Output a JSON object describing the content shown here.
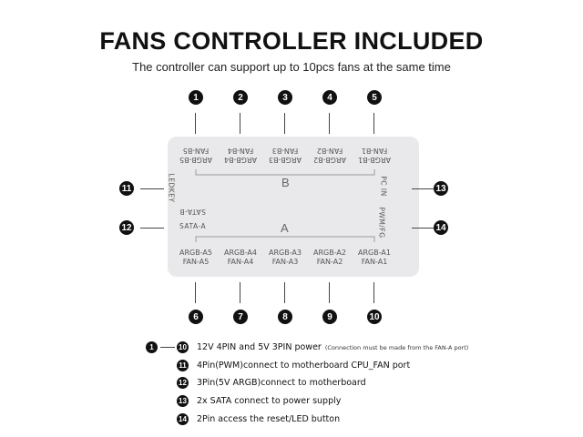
{
  "title": "FANS CONTROLLER INCLUDED",
  "subtitle": "The controller can support up to 10pcs fans at the same time",
  "board": {
    "section_b": "B",
    "section_a": "A",
    "top_ports": [
      {
        "num": "1",
        "argb": "ARGB-B5",
        "fan": "FAN-B5"
      },
      {
        "num": "2",
        "argb": "ARGB-B4",
        "fan": "FAN-B4"
      },
      {
        "num": "3",
        "argb": "ARGB-B3",
        "fan": "FAN-B3"
      },
      {
        "num": "4",
        "argb": "ARGB-B2",
        "fan": "FAN-B2"
      },
      {
        "num": "5",
        "argb": "ARGB-B1",
        "fan": "FAN-B1"
      }
    ],
    "bottom_ports": [
      {
        "num": "6",
        "argb": "ARGB-A5",
        "fan": "FAN-A5"
      },
      {
        "num": "7",
        "argb": "ARGB-A4",
        "fan": "FAN-A4"
      },
      {
        "num": "8",
        "argb": "ARGB-A3",
        "fan": "FAN-A3"
      },
      {
        "num": "9",
        "argb": "ARGB-A2",
        "fan": "FAN-A2"
      },
      {
        "num": "10",
        "argb": "ARGB-A1",
        "fan": "FAN-A1"
      }
    ],
    "left_ports": [
      {
        "num": "11",
        "label": "LEDKEY"
      },
      {
        "num": "12",
        "label_b": "SATA-B",
        "label_a": "SATA-A"
      }
    ],
    "right_ports": [
      {
        "num": "13",
        "label": "PC IN"
      },
      {
        "num": "14",
        "label": "PWM/FG"
      }
    ]
  },
  "legend": [
    {
      "from": "1",
      "to": "10",
      "text": "12V 4PIN and 5V 3PIN power",
      "note": "(Connection must be made from the FAN-A port)"
    },
    {
      "num": "11",
      "text": "4Pin(PWM)connect to motherboard CPU_FAN port"
    },
    {
      "num": "12",
      "text": "3Pin(5V ARGB)connect to motherboard"
    },
    {
      "num": "13",
      "text": "2x SATA connect to power supply"
    },
    {
      "num": "14",
      "text": "2Pin access the reset/LED button"
    }
  ]
}
